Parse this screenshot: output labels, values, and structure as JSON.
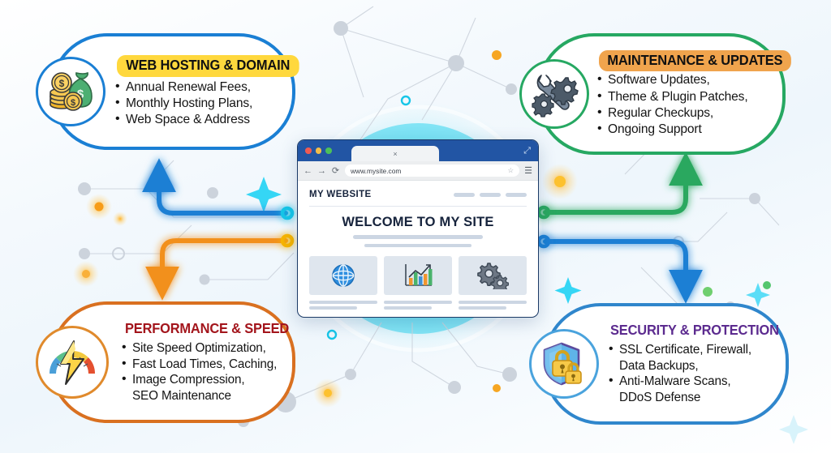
{
  "cards": [
    {
      "key": "web-hosting-domain",
      "title": "WEB HOSTING & DOMAIN",
      "accent": "#1a7fd4",
      "title_bg": "#ffd83d",
      "title_color": "#111111",
      "icon": "money-bag-coins-icon",
      "items": [
        "Annual Renewal Fees,",
        "Monthly Hosting Plans,",
        "Web Space & Address"
      ]
    },
    {
      "key": "maintenance-updates",
      "title": "MAINTENANCE & UPDATES",
      "accent": "#26a862",
      "title_bg": "#f0a44d",
      "title_color": "#111111",
      "icon": "wrench-gears-icon",
      "items": [
        "Software Updates,",
        "Theme & Plugin Patches,",
        "Regular Checkups,",
        "Ongoing Support"
      ]
    },
    {
      "key": "performance-speed",
      "title": "PERFORMANCE & SPEED",
      "accent": "#d97020",
      "title_bg": "",
      "title_color": "#a3151c",
      "icon": "speedometer-lightning-icon",
      "items": [
        "Site Speed Optimization,",
        "Fast Load Times, Caching,",
        "Image Compression,",
        "SEO Maintenance"
      ]
    },
    {
      "key": "security-protection",
      "title": "SECURITY & PROTECTION",
      "accent": "#2f86cc",
      "title_bg": "",
      "title_color": "#5c2b8f",
      "icon": "shield-padlock-icon",
      "items": [
        "SSL Certificate, Firewall,",
        "Data Backups,",
        "Anti-Malware Scans,",
        "DDoS Defense"
      ]
    }
  ],
  "browser": {
    "tab_close_label": "×",
    "back_icon": "←",
    "forward_icon": "→",
    "reload_icon": "⟳",
    "url": "www.mysite.com",
    "bookmark_icon": "☆",
    "menu_icon": "☰",
    "expand_icon": "⤢",
    "site_name": "MY WEBSITE",
    "headline": "WELCOME TO MY SITE",
    "tiles": [
      {
        "name": "globe-icon"
      },
      {
        "name": "bar-chart-icon"
      },
      {
        "name": "gears-icon"
      }
    ]
  }
}
